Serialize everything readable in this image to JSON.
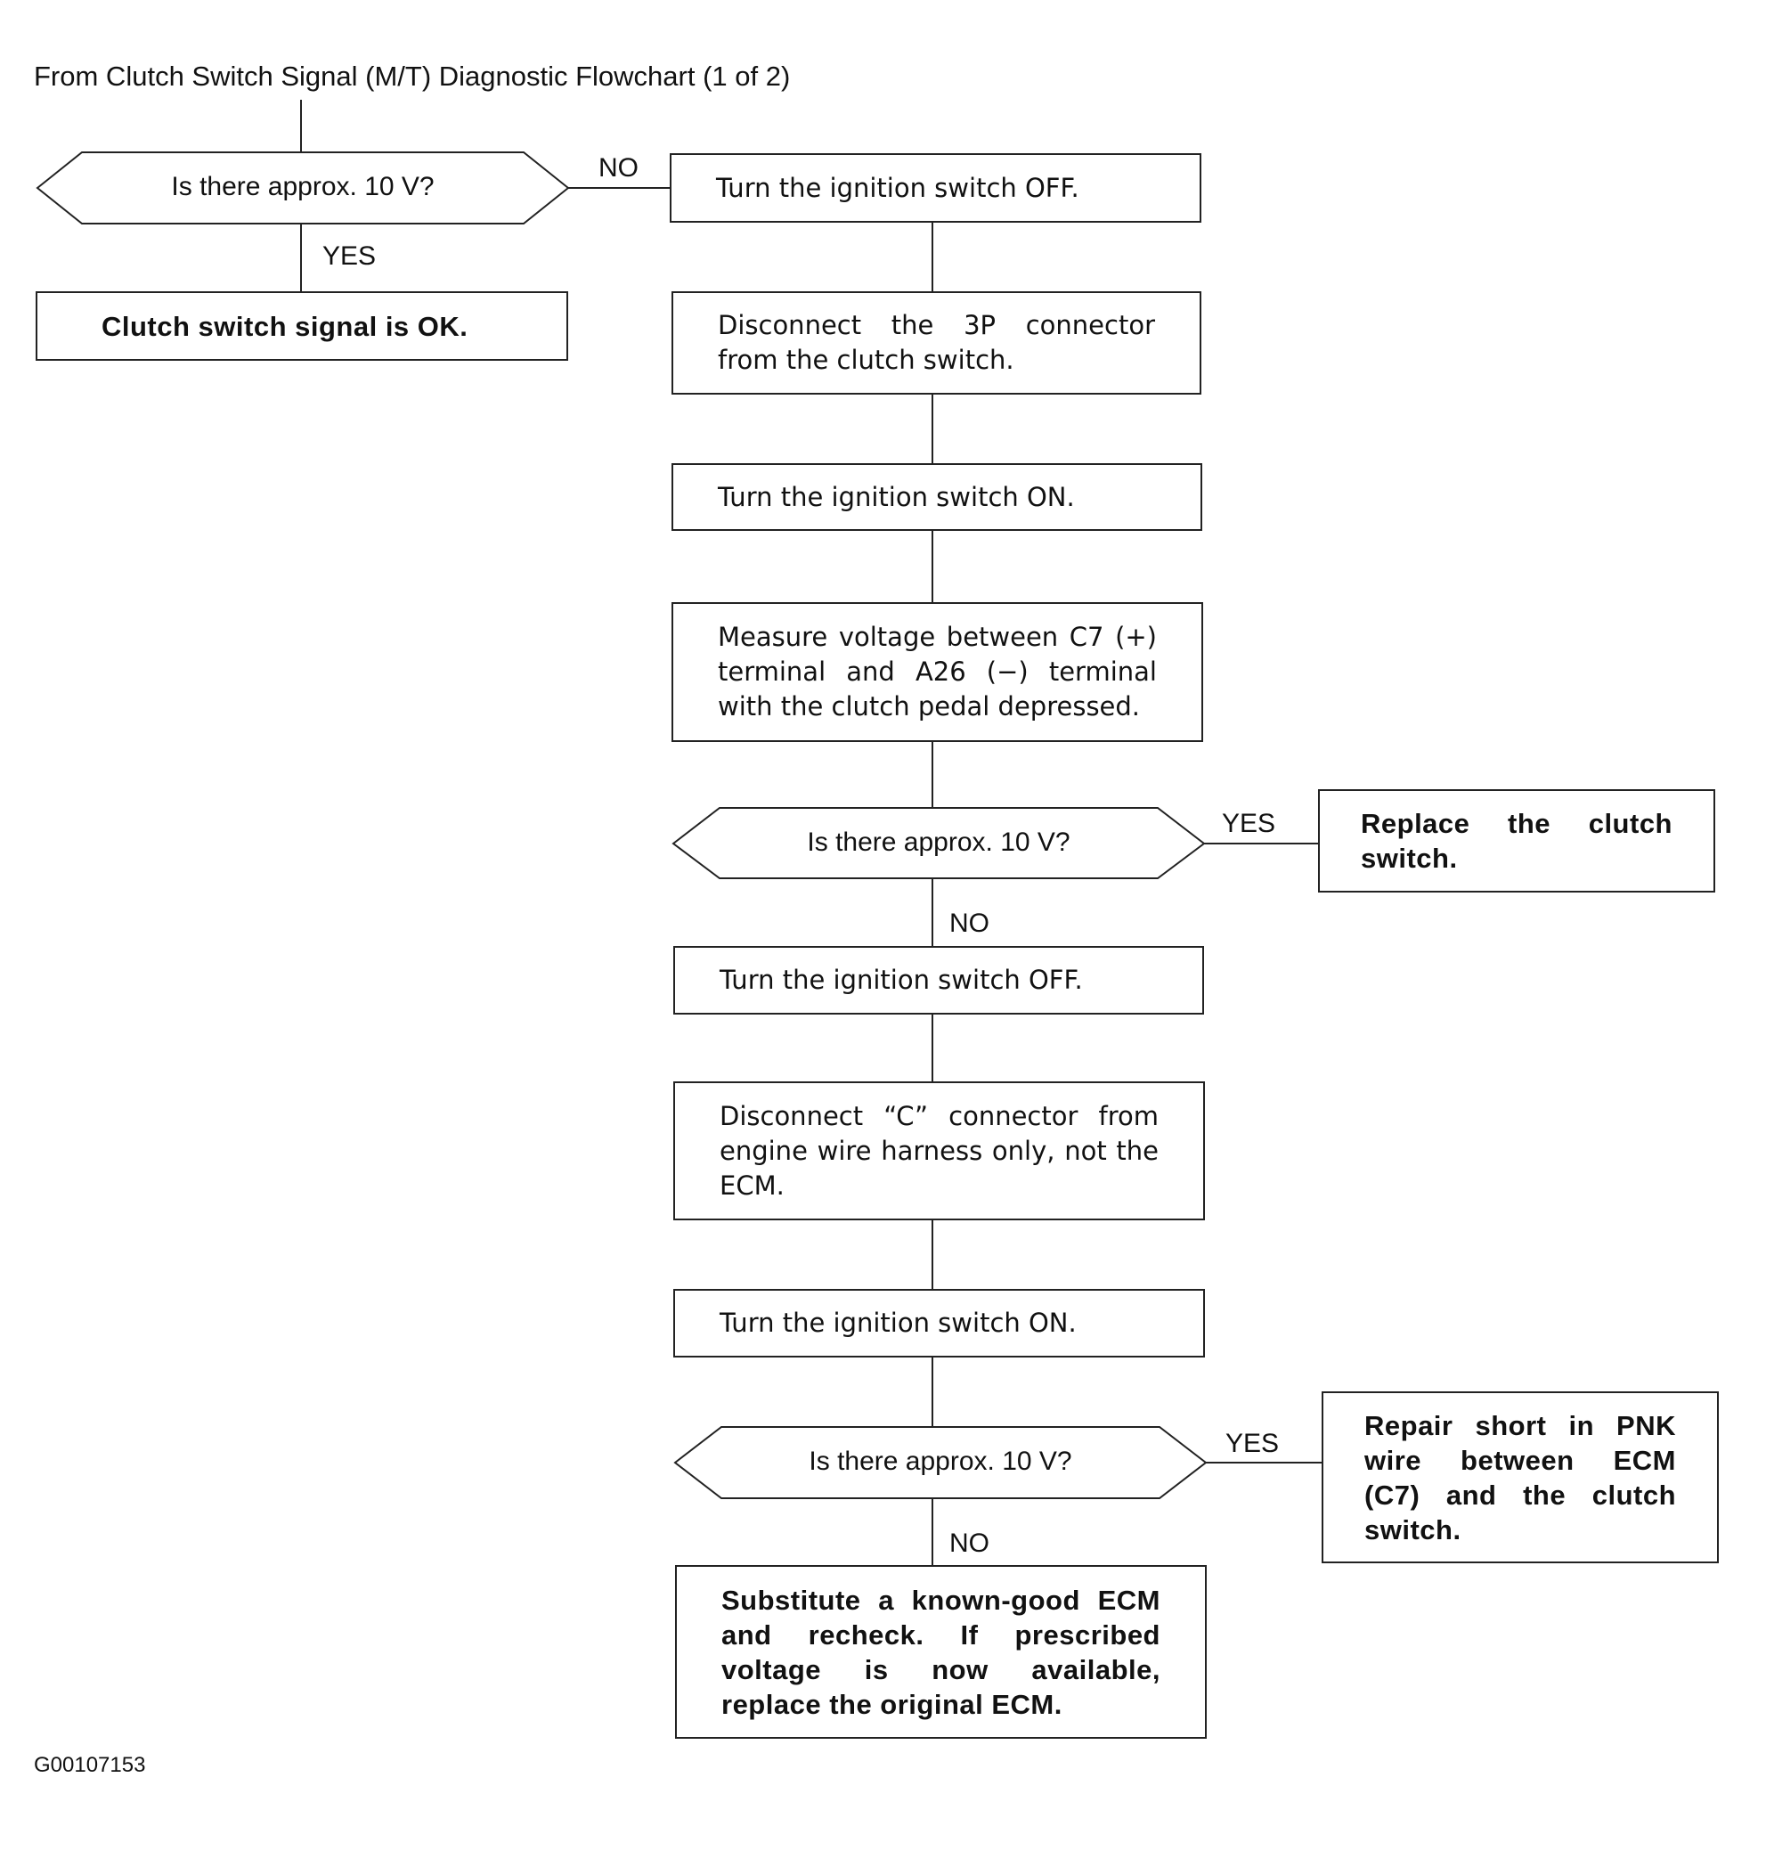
{
  "title": "From Clutch Switch Signal (M/T) Diagnostic Flowchart (1 of 2)",
  "figure_id": "G00107153",
  "decisions": {
    "d1": "Is there approx. 10 V?",
    "d2": "Is there approx. 10 V?",
    "d3": "Is there approx. 10 V?"
  },
  "steps": {
    "clutch_ok": "Clutch switch signal is OK.",
    "off_1": "Turn the ignition switch OFF.",
    "disconnect_3p": "Disconnect the 3P connector from the clutch switch.",
    "on_1": "Turn the ignition switch ON.",
    "measure": "Measure voltage between C7 (+) terminal and A26 (−) terminal with the clutch pedal depressed.",
    "replace_switch": "Replace the clutch switch.",
    "off_2": "Turn the ignition switch OFF.",
    "disconnect_c": "Disconnect “C” connector from engine wire harness only, not the ECM.",
    "on_2": "Turn the ignition switch ON.",
    "repair_short": "Repair short in PNK wire between ECM (C7) and the clutch switch.",
    "substitute_ecm": "Substitute a known-good ECM and recheck. If prescribed voltage is now available, replace the original ECM."
  },
  "edge_labels": {
    "d1_no": "NO",
    "d1_yes": "YES",
    "d2_yes": "YES",
    "d2_no": "NO",
    "d3_yes": "YES",
    "d3_no": "NO"
  }
}
